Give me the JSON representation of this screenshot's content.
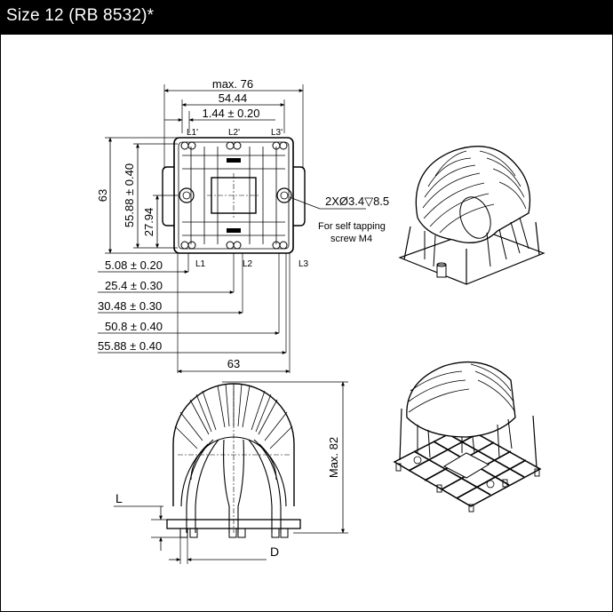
{
  "header": {
    "title": "Size 12 (RB 8532)*"
  },
  "top_view": {
    "dims_top": [
      "max. 76",
      "54.44",
      "1.44 ± 0.20"
    ],
    "pins_top": [
      "L1'",
      "L2'",
      "L3'"
    ],
    "pins_bottom": [
      "L1",
      "L2",
      "L3"
    ],
    "dims_left": [
      "63",
      "55.88 ± 0.40",
      "27.94"
    ],
    "hole_note": "2XØ3.4▽8.5",
    "screw_note_1": "For self tapping",
    "screw_note_2": "screw M4",
    "dims_bottom": [
      "5.08 ± 0.20",
      "25.4 ± 0.30",
      "30.48 ± 0.30",
      "50.8 ± 0.40",
      "55.88 ± 0.40"
    ],
    "width_bottom": "63"
  },
  "side_view": {
    "height_label": "Max. 82",
    "l_label": "L",
    "d_label": "D"
  },
  "colors": {
    "header_bg": "#000000",
    "line": "#000000",
    "body_fill": "#ffffff"
  }
}
